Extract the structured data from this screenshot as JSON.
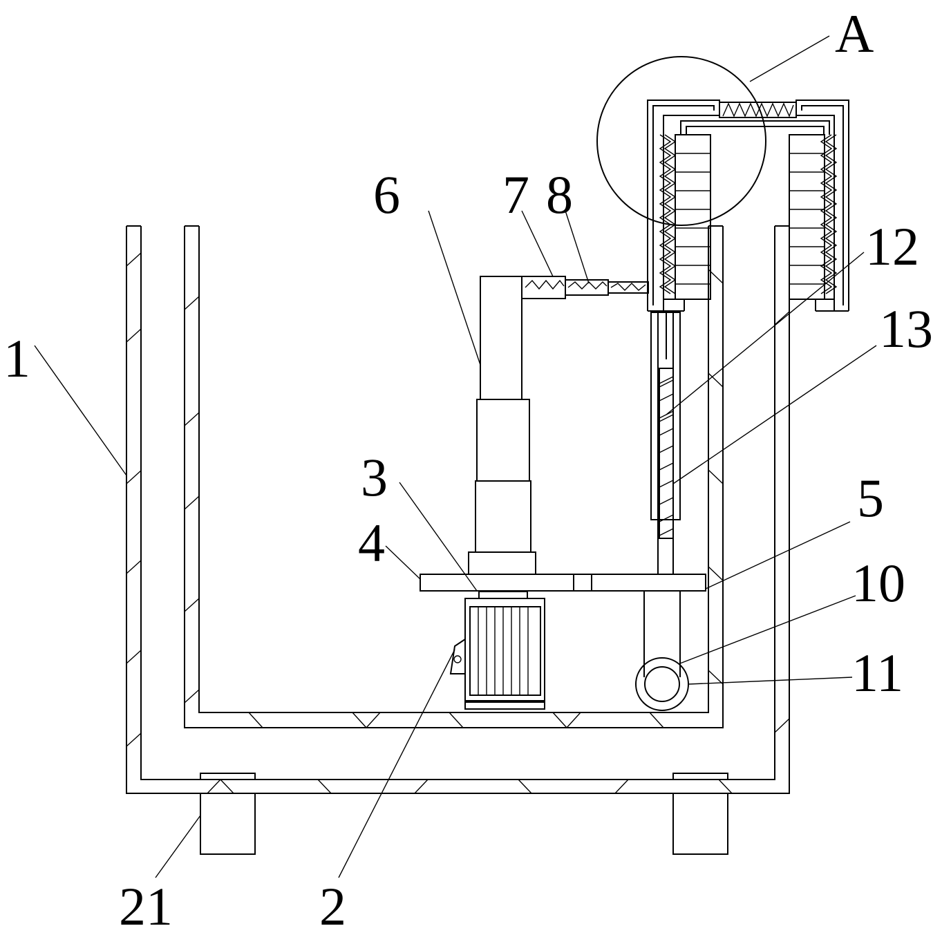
{
  "labels": {
    "l1": "1",
    "l2": "2",
    "l3": "3",
    "l4": "4",
    "l5": "5",
    "l6": "6",
    "l7": "7",
    "l8": "8",
    "l10": "10",
    "l11": "11",
    "l12": "12",
    "l13": "13",
    "l21": "21",
    "lA": "A"
  },
  "colors": {
    "line": "#000000",
    "background": "#ffffff"
  }
}
